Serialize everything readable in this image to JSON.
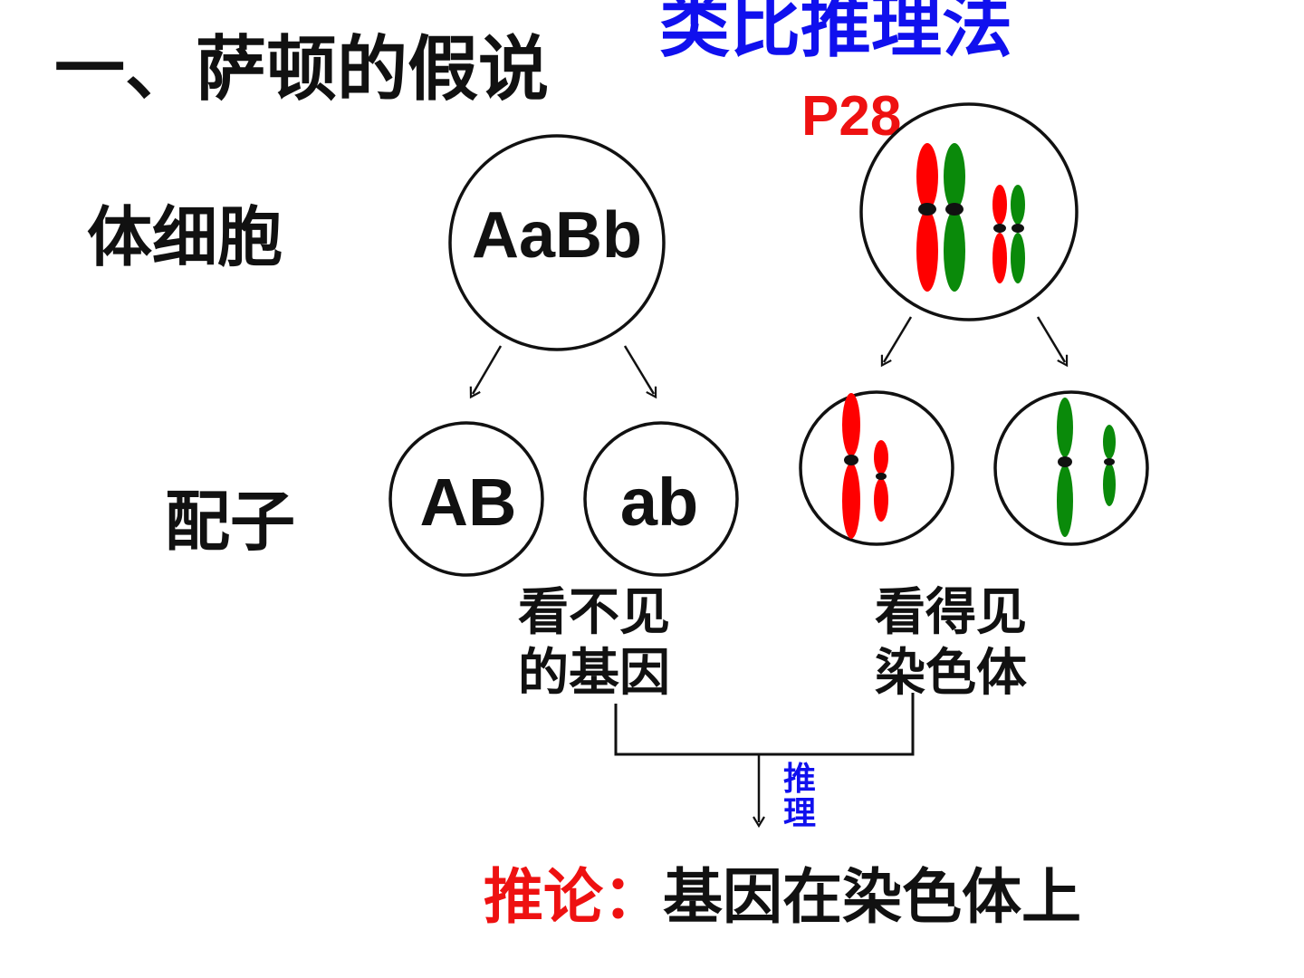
{
  "title": "一、萨顿的假说",
  "method": "类比推理法",
  "page_ref": "P28",
  "labels": {
    "somatic_cell": "体细胞",
    "gamete": "配子"
  },
  "genes": {
    "parent": "AaBb",
    "gamete_1": "AB",
    "gamete_2": "ab"
  },
  "captions": {
    "invisible_genes": "看不见的基因",
    "visible_chromosomes": "看得见染色体"
  },
  "inference_label": "推理",
  "conclusion": {
    "prefix": "推论：",
    "body": "基因在染色体上"
  },
  "colors": {
    "chromosome_red": "#ff0000",
    "chromosome_green": "#0a8a0a",
    "centromere": "#111111",
    "blue_text": "#1010ee",
    "red_text": "#ee1111"
  }
}
